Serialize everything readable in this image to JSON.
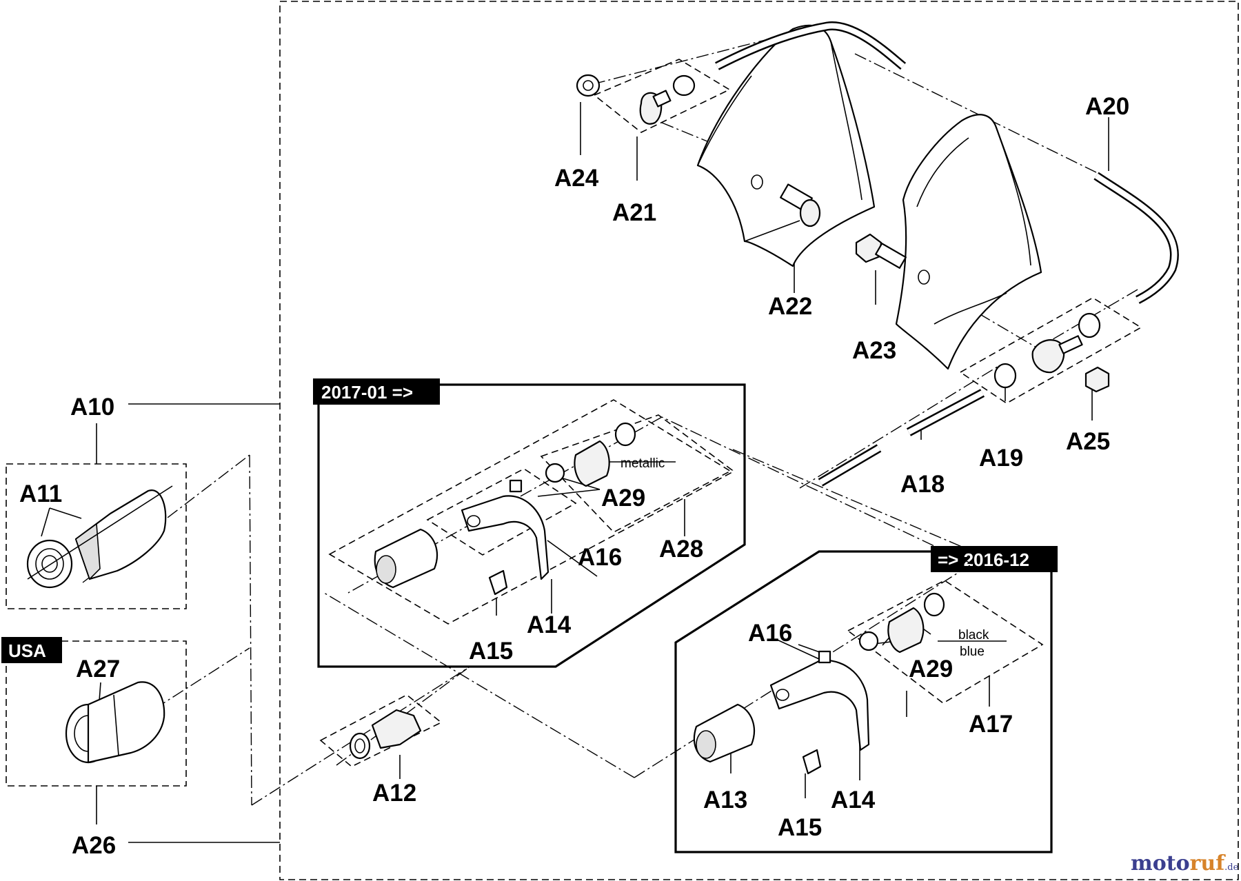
{
  "badges": {
    "top_left": "2017-01 =>",
    "bottom_right": "=> 2016-12",
    "usa": "USA"
  },
  "labels": {
    "A10": "A10",
    "A11": "A11",
    "A12": "A12",
    "A13": "A13",
    "A14_upper": "A14",
    "A14_lower": "A14",
    "A15_upper": "A15",
    "A15_lower": "A15",
    "A16_upper": "A16",
    "A16_lower": "A16",
    "A17": "A17",
    "A18": "A18",
    "A19": "A19",
    "A20": "A20",
    "A21": "A21",
    "A22": "A22",
    "A23": "A23",
    "A24": "A24",
    "A25": "A25",
    "A26": "A26",
    "A27": "A27",
    "A28": "A28",
    "A29_upper": "A29",
    "A29_lower": "A29"
  },
  "notes": {
    "metallic": "metallic",
    "black": "black",
    "blue": "blue"
  },
  "watermark": {
    "part1": "moto",
    "part2": "ruf",
    "suffix": ".de"
  }
}
